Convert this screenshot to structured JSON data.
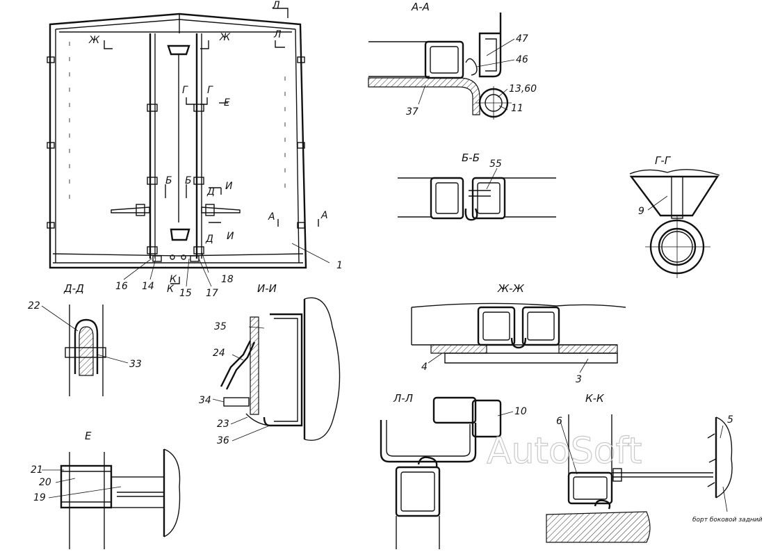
{
  "sections": {
    "aa": "А-А",
    "bb": "Б-Б",
    "gg": "Г-Г",
    "dd": "Д-Д",
    "ii": "И-И",
    "zhzh": "Ж-Ж",
    "e": "Е",
    "ll": "Л-Л",
    "kk": "К-К"
  },
  "main_view": {
    "labels": [
      "Л",
      "Л",
      "Ж",
      "Ж",
      "Г",
      "Г",
      "Е",
      "Б",
      "Б",
      "Д",
      "И",
      "Д",
      "И",
      "А",
      "А",
      "К",
      "К",
      "1",
      "16",
      "14",
      "15",
      "17",
      "18"
    ]
  },
  "callouts": {
    "aa": [
      "47",
      "46",
      "13,60",
      "11",
      "37"
    ],
    "bb": [
      "55"
    ],
    "gg": [
      "9"
    ],
    "dd": [
      "22",
      "33"
    ],
    "ii": [
      "35",
      "24",
      "34",
      "23",
      "36"
    ],
    "zhzh": [
      "4",
      "3"
    ],
    "e": [
      "21",
      "20",
      "19"
    ],
    "ll": [
      "10"
    ],
    "kk": [
      "6",
      "5"
    ]
  },
  "note": "борт боковой задний",
  "watermark": "AutoSoft"
}
